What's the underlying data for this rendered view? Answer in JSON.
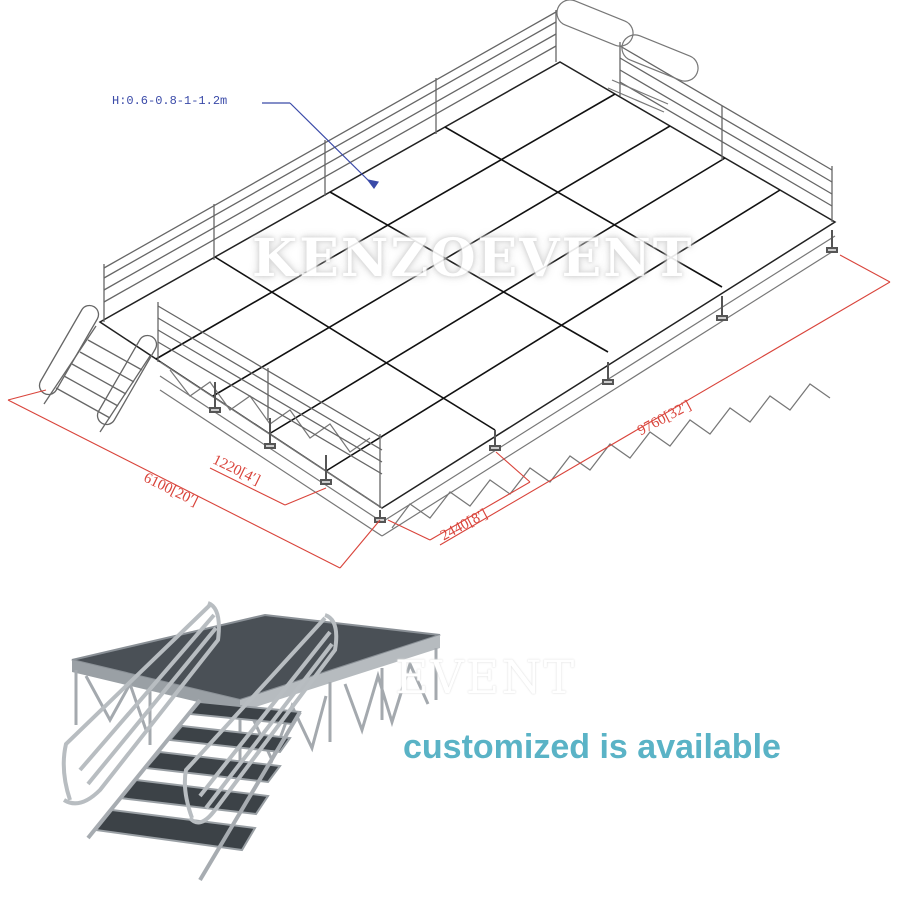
{
  "drawing": {
    "height_annotation": "H:0.6-0.8-1-1.2m",
    "watermark": "KENZOEVENT",
    "dimensions": {
      "overall_width": "6100[20′]",
      "deck_width": "1220[4′]",
      "deck_length": "2440[8′]",
      "overall_length": "9760[32′]"
    },
    "colors": {
      "dimension_lines": "#d9443b",
      "height_annotation": "#3a4aa8",
      "frame_lines": "#555555"
    }
  },
  "photo": {
    "watermark": "EVENT",
    "tagline": "customized is available",
    "tagline_color": "#5ab3c6",
    "deck_color": "#3f454b"
  }
}
